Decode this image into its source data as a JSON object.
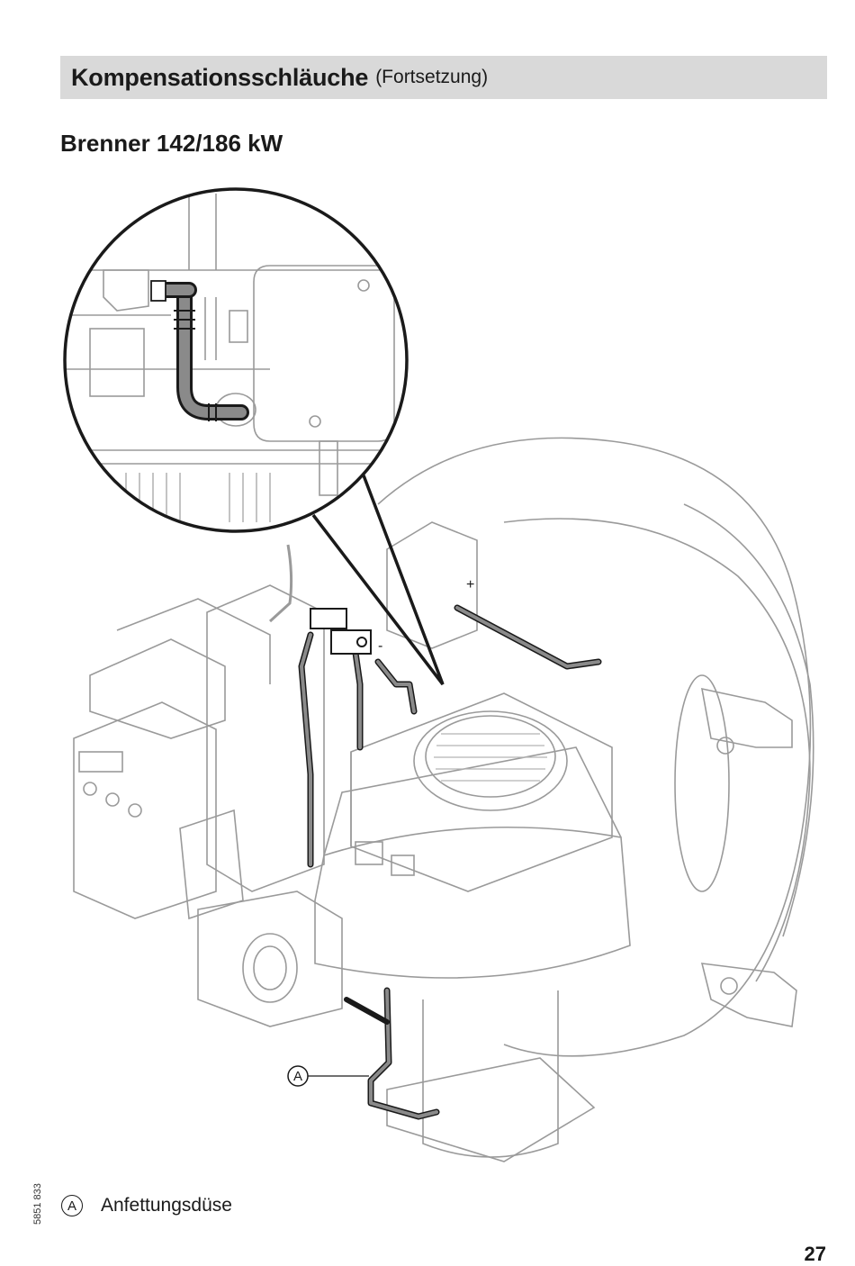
{
  "header": {
    "title": "Kompensationsschläuche",
    "subtitle": "(Fortsetzung)"
  },
  "subheading": "Brenner 142/186 kW",
  "figure": {
    "callout_letter": "A",
    "polarity_plus": "+",
    "polarity_minus": "-"
  },
  "legend": {
    "items": [
      {
        "marker": "A",
        "text": "Anfettungsdüse"
      }
    ]
  },
  "footer": {
    "doc_number": "5851 833",
    "page_number": "27"
  }
}
